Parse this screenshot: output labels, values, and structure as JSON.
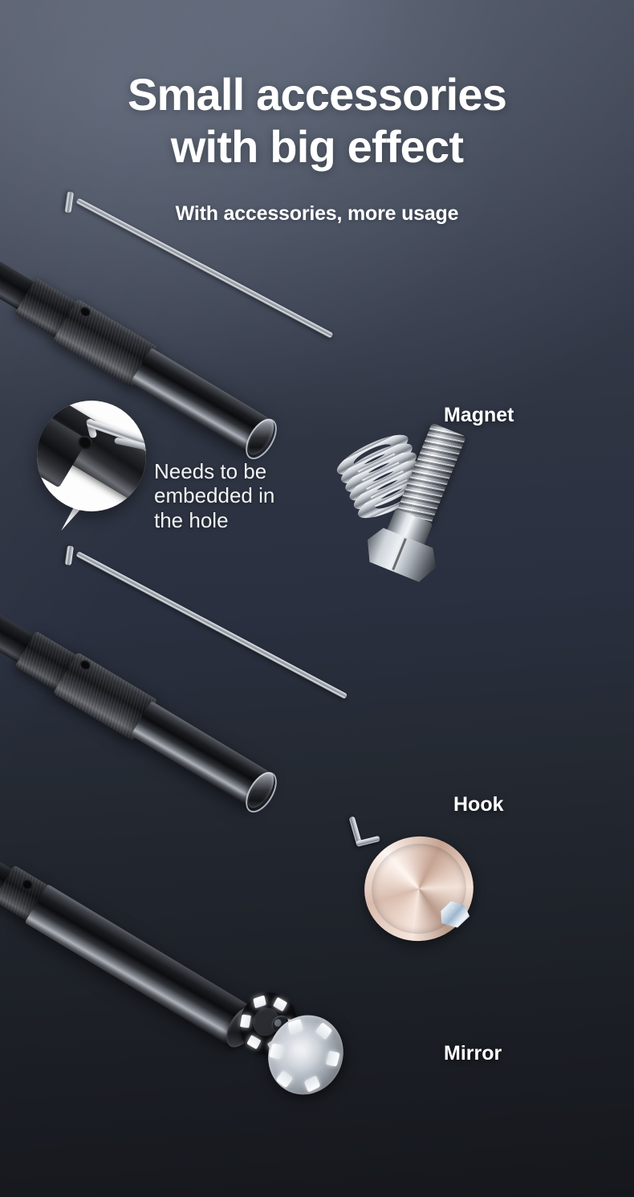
{
  "heading": {
    "title_line1": "Small accessories",
    "title_line2": "with big effect",
    "subtitle": "With accessories, more usage"
  },
  "callout": {
    "text_line1": "Needs to be",
    "text_line2": "embedded in",
    "text_line3": "the hole"
  },
  "accessories": [
    {
      "name": "magnet",
      "label": "Magnet"
    },
    {
      "name": "hook",
      "label": "Hook"
    },
    {
      "name": "mirror",
      "label": "Mirror"
    }
  ],
  "colors": {
    "background_top": "#464c5a",
    "background_mid": "#2a3040",
    "background_bottom": "#15171c",
    "text": "#ffffff",
    "bubble_fill": "#fdfdfd",
    "metal_light": "#f3f6f8",
    "metal_dark": "#3f434a",
    "ring_gold": "#e6cbbd"
  },
  "icons": {
    "magnifier": "magnifier-bubble-icon",
    "spring": "spring-coil-icon",
    "bolt": "hex-bolt-icon",
    "ring": "diamond-ring-icon",
    "mirror": "mirror-disc-icon",
    "led": "led-light-icon"
  }
}
